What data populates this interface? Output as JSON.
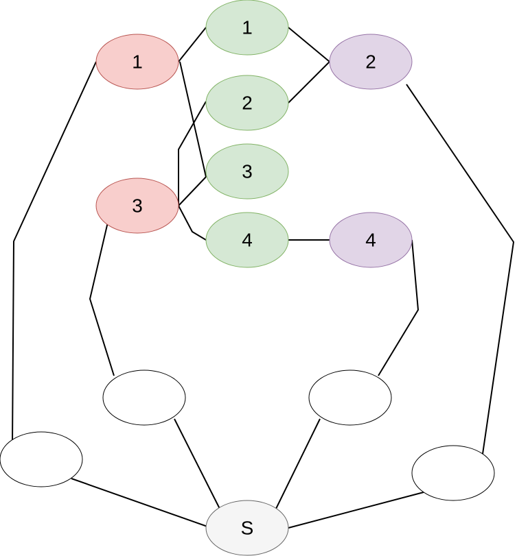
{
  "colors": {
    "red_fill": "#f8cecc",
    "red_stroke": "#b85450",
    "green_fill": "#d5e8d4",
    "green_stroke": "#82b366",
    "purple_fill": "#e1d5e7",
    "purple_stroke": "#9673a6",
    "white_fill": "#ffffff",
    "white_stroke": "#000000",
    "gray_fill": "#f5f5f5",
    "gray_stroke": "#666666"
  },
  "nodes": {
    "red_1": {
      "label": "1"
    },
    "red_3": {
      "label": "3"
    },
    "green_1": {
      "label": "1"
    },
    "green_2": {
      "label": "2"
    },
    "green_3": {
      "label": "3"
    },
    "green_4": {
      "label": "4"
    },
    "purple_2": {
      "label": "2"
    },
    "purple_4": {
      "label": "4"
    },
    "blank_left": {
      "label": ""
    },
    "blank_mid_left": {
      "label": ""
    },
    "blank_mid_right": {
      "label": ""
    },
    "blank_right": {
      "label": ""
    },
    "source": {
      "label": "S"
    }
  },
  "edges": [
    [
      "red_1",
      "green_1"
    ],
    [
      "red_1",
      "green_3"
    ],
    [
      "red_3",
      "green_2"
    ],
    [
      "red_3",
      "green_3"
    ],
    [
      "red_3",
      "green_4"
    ],
    [
      "green_1",
      "purple_2"
    ],
    [
      "green_2",
      "purple_2"
    ],
    [
      "green_4",
      "purple_4"
    ],
    [
      "red_1",
      "blank_left"
    ],
    [
      "red_3",
      "blank_mid_left"
    ],
    [
      "purple_4",
      "blank_mid_right"
    ],
    [
      "purple_2",
      "blank_right"
    ],
    [
      "blank_left",
      "source"
    ],
    [
      "blank_mid_left",
      "source"
    ],
    [
      "blank_mid_right",
      "source"
    ],
    [
      "blank_right",
      "source"
    ]
  ]
}
